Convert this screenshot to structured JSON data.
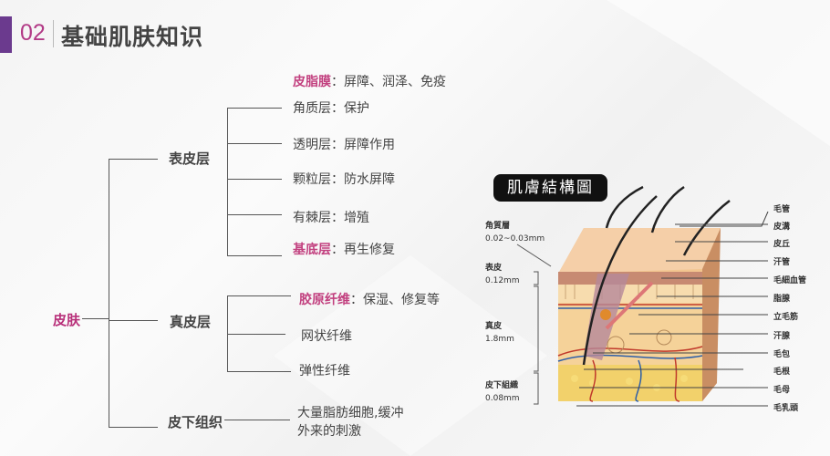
{
  "header": {
    "number": "02",
    "title": "基础肌肤知识",
    "accent_color": "#6b3a8e",
    "number_color": "#b23a86"
  },
  "tree": {
    "root": "皮肤",
    "branches": [
      {
        "label": "表皮层",
        "children": [
          {
            "highlight": "皮脂膜",
            "text": "：屏障、润泽、免疫"
          },
          {
            "highlight": "",
            "text": "角质层：保护"
          },
          {
            "highlight": "",
            "text": "透明层：屏障作用"
          },
          {
            "highlight": "",
            "text": "颗粒层：防水屏障"
          },
          {
            "highlight": "",
            "text": "有棘层：增殖"
          },
          {
            "highlight": "基底层",
            "text": "：再生修复"
          }
        ]
      },
      {
        "label": "真皮层",
        "children": [
          {
            "highlight": "胶原纤维",
            "text": "：保湿、修复等"
          },
          {
            "highlight": "",
            "text": "网状纤维"
          },
          {
            "highlight": "",
            "text": "弹性纤维"
          }
        ]
      },
      {
        "label": "皮下组织",
        "children": [
          {
            "highlight": "",
            "text": "大量脂肪细胞,缓冲"
          },
          {
            "highlight": "",
            "text": "外来的刺激"
          }
        ]
      }
    ],
    "highlight_color": "#c2407f"
  },
  "diagram": {
    "title": "肌膚結構圖",
    "left_labels": [
      {
        "name": "角質層",
        "value": "0.02~0.03mm"
      },
      {
        "name": "表皮",
        "value": "0.12mm"
      },
      {
        "name": "真皮",
        "value": "1.8mm"
      },
      {
        "name": "皮下組織",
        "value": "0.08mm"
      }
    ],
    "right_labels": [
      "毛管",
      "皮溝",
      "皮丘",
      "汗管",
      "毛細血管",
      "脂腺",
      "立毛筋",
      "汗腺",
      "毛包",
      "毛根",
      "毛母",
      "毛乳頭"
    ]
  }
}
